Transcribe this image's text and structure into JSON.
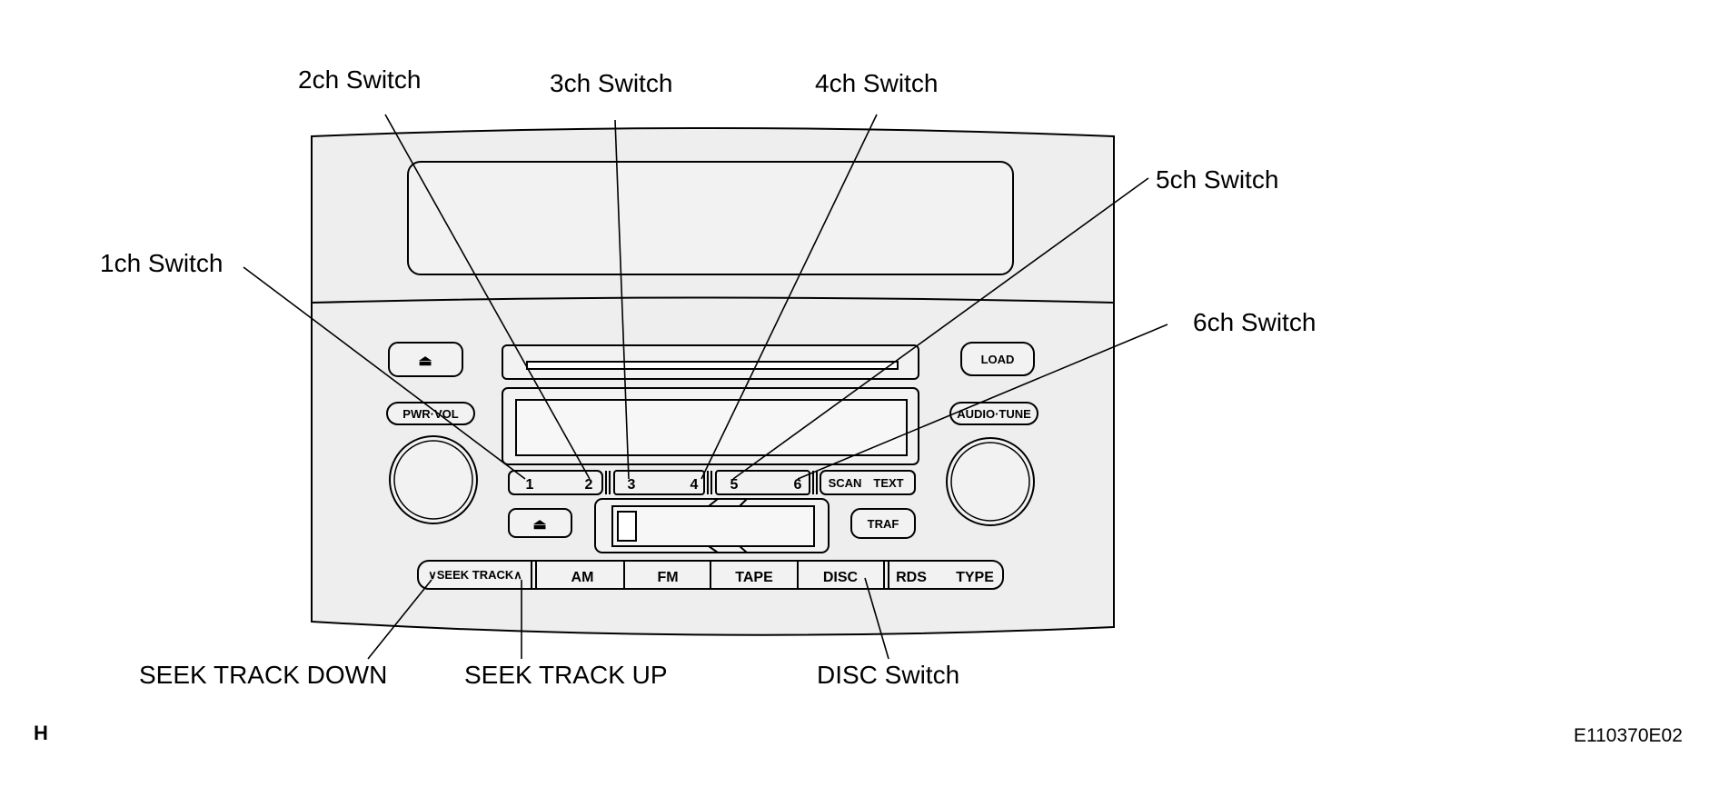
{
  "callouts": {
    "ch1": "1ch Switch",
    "ch2": "2ch Switch",
    "ch3": "3ch Switch",
    "ch4": "4ch Switch",
    "ch5": "5ch Switch",
    "ch6": "6ch Switch",
    "seek_down": "SEEK TRACK DOWN",
    "seek_up": "SEEK TRACK UP",
    "disc_switch": "DISC Switch"
  },
  "buttons": {
    "eject_symbol": "⏏",
    "pwr_vol": "PWR·VOL",
    "load": "LOAD",
    "audio_tune": "AUDIO·TUNE",
    "preset_1": "1",
    "preset_2": "2",
    "preset_3": "3",
    "preset_4": "4",
    "preset_5": "5",
    "preset_6": "6",
    "scan": "SCAN",
    "text": "TEXT",
    "traf": "TRAF",
    "seek_track": "∨SEEK TRACK∧",
    "am": "AM",
    "fm": "FM",
    "tape": "TAPE",
    "disc": "DISC",
    "rds": "RDS",
    "type": "TYPE"
  },
  "corner": {
    "left": "H",
    "right": "E110370E02"
  }
}
